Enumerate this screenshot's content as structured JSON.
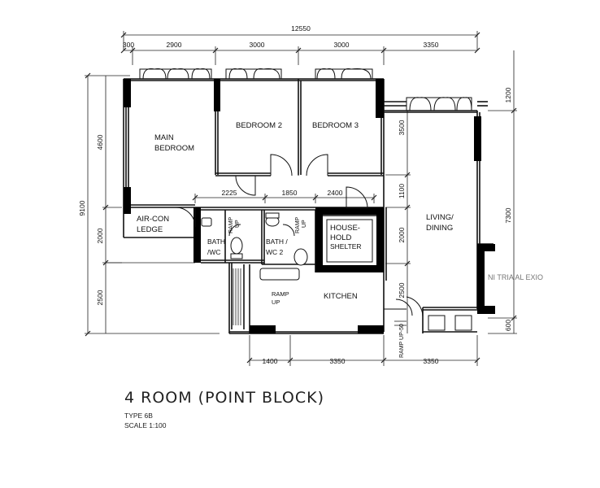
{
  "dimensions": {
    "overall_width": "12550",
    "top": [
      "300",
      "2900",
      "3000",
      "3000",
      "3350"
    ],
    "left": [
      "9100",
      "4600",
      "2000",
      "2500"
    ],
    "middle": [
      "2225",
      "1850",
      "2400"
    ],
    "right": [
      "1200",
      "7300",
      "600"
    ],
    "inner_vertical": [
      "3500",
      "1100",
      "2000",
      "2500"
    ],
    "bottom": [
      "1400",
      "3350",
      "3350"
    ]
  },
  "rooms": {
    "main_bedroom": [
      "MAIN",
      "BEDROOM"
    ],
    "bedroom2": "BEDROOM 2",
    "bedroom3": "BEDROOM 3",
    "aircon_ledge": [
      "AIR-CON",
      "LEDGE"
    ],
    "bath1": [
      "BATH",
      "/WC"
    ],
    "bath2": [
      "BATH /",
      "WC 2"
    ],
    "household_shelter": [
      "HOUSE-",
      "HOLD",
      "SHELTER"
    ],
    "kitchen": "KITCHEN",
    "living_dining": [
      "LIVING/",
      "DINING"
    ]
  },
  "ramps": {
    "ramp_up_1": [
      "RAMP",
      "UP"
    ],
    "ramp_up_2": [
      "RAMP",
      "UP"
    ],
    "ramp_up_kitchen": [
      "RAMP",
      "UP"
    ],
    "ramp_up_bottom": "RAMP UP-50"
  },
  "watermark": "NI TRIA AL EXIO",
  "title": {
    "main": "4 ROOM (POINT BLOCK)",
    "type": "TYPE 6B",
    "scale": "SCALE  1:100"
  }
}
